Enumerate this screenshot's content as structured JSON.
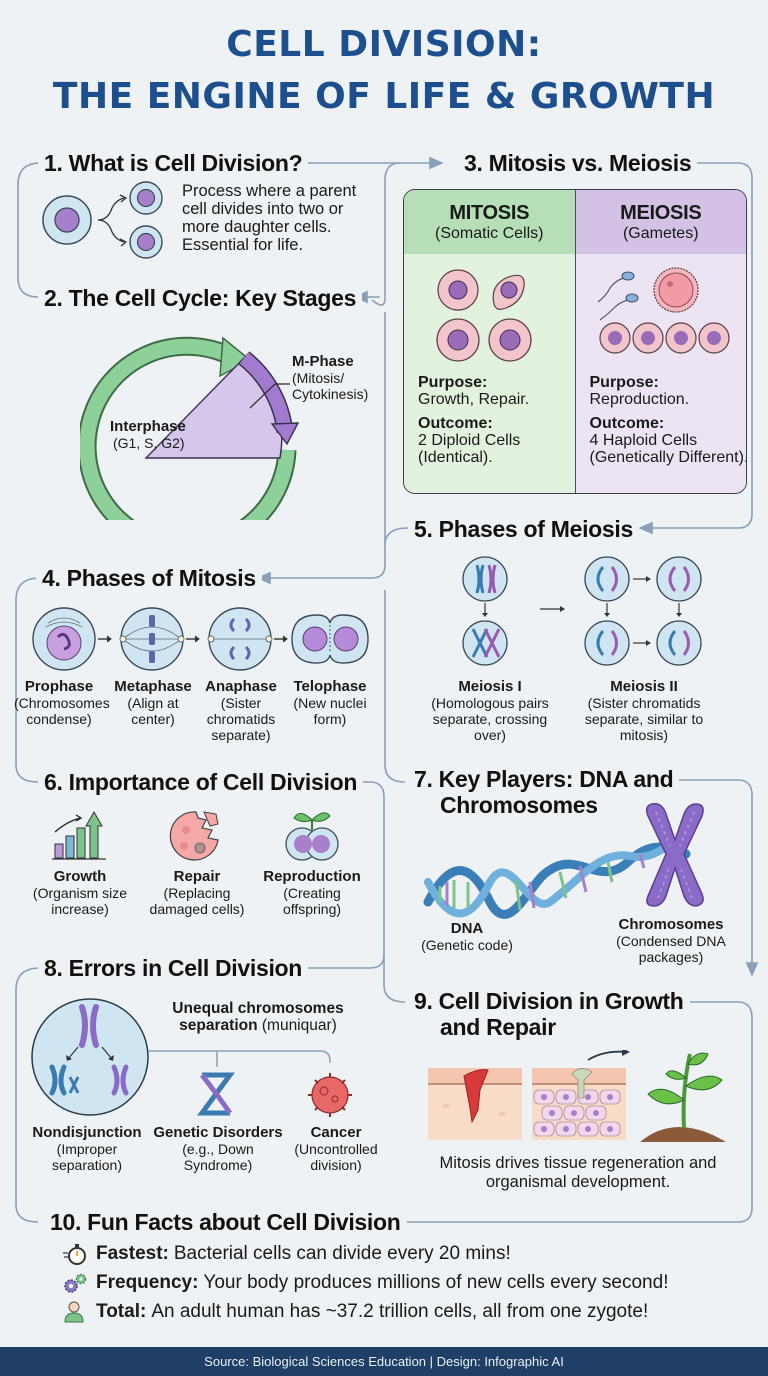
{
  "header": {
    "title_line1": "CELL DIVISION:",
    "title_line2": "THE ENGINE OF LIFE & GROWTH"
  },
  "colors": {
    "title_blue": "#1d4f8f",
    "mitosis_green": "#b7dfb7",
    "meiosis_purple": "#d4c2e6",
    "cycle_green": "#7cc48a",
    "cycle_purple": "#9a79c9",
    "footer_navy": "#1f3f66",
    "connector": "#8aa0b8"
  },
  "sections": {
    "s1": {
      "title": "1. What is Cell Division?",
      "body_lines": [
        "Process where a parent",
        "cell divides into two or",
        "more daughter cells.",
        "Essential for life."
      ],
      "icon": "cell-splitting-icon"
    },
    "s2": {
      "title": "2. The Cell Cycle: Key Stages",
      "interphase_label": "Interphase",
      "interphase_sub": "(G1, S, G2)",
      "mphase_label": "M-Phase",
      "mphase_sub1": "(Mitosis/",
      "mphase_sub2": "Cytokinesis)"
    },
    "s3": {
      "title": "3. Mitosis vs. Meiosis",
      "mitosis": {
        "heading": "MITOSIS",
        "sub": "(Somatic Cells)",
        "purpose_label": "Purpose:",
        "purpose": "Growth, Repair.",
        "outcome_label": "Outcome:",
        "outcome_line1": "2 Diploid Cells",
        "outcome_line2": "(Identical)."
      },
      "meiosis": {
        "heading": "MEIOSIS",
        "sub": "(Gametes)",
        "purpose_label": "Purpose:",
        "purpose": "Reproduction.",
        "outcome_label": "Outcome:",
        "outcome_line1": "4 Haploid Cells",
        "outcome_line2": "(Genetically Different)."
      }
    },
    "s4": {
      "title": "4. Phases of Mitosis",
      "phases": [
        {
          "name": "Prophase",
          "desc1": "(Chromosomes",
          "desc2": "condense)",
          "desc3": ""
        },
        {
          "name": "Metaphase",
          "desc1": "(Align at",
          "desc2": "center)",
          "desc3": ""
        },
        {
          "name": "Anaphase",
          "desc1": "(Sister",
          "desc2": "chromatids",
          "desc3": "separate)"
        },
        {
          "name": "Telophase",
          "desc1": "(New nuclei",
          "desc2": "form)",
          "desc3": ""
        }
      ]
    },
    "s5": {
      "title": "5. Phases of Meiosis",
      "meiosis1": {
        "name": "Meiosis I",
        "desc1": "(Homologous pairs",
        "desc2": "separate, crossing",
        "desc3": "over)"
      },
      "meiosis2": {
        "name": "Meiosis II",
        "desc1": "(Sister chromatids",
        "desc2": "separate, similar to",
        "desc3": "mitosis)"
      }
    },
    "s6": {
      "title": "6. Importance of Cell Division",
      "items": [
        {
          "name": "Growth",
          "desc1": "(Organism size",
          "desc2": "increase)",
          "icon": "bar-chart-growth-icon"
        },
        {
          "name": "Repair",
          "desc1": "(Replacing",
          "desc2": "damaged cells)",
          "icon": "damaged-cell-icon"
        },
        {
          "name": "Reproduction",
          "desc1": "(Creating",
          "desc2": "offspring)",
          "icon": "sprouting-cells-icon"
        }
      ]
    },
    "s7": {
      "title_line1": "7. Key Players: DNA and",
      "title_line2": "Chromosomes",
      "dna_label": "DNA",
      "dna_sub": "(Genetic code)",
      "chrom_label": "Chromosomes",
      "chrom_sub1": "(Condensed DNA",
      "chrom_sub2": "packages)"
    },
    "s8": {
      "title": "8. Errors in Cell Division",
      "caption_bold1": "Unequal chromosomes",
      "caption_bold2": "separation",
      "caption_rest": " (muniquar)",
      "items": [
        {
          "name": "Nondisjunction",
          "desc1": "(Improper",
          "desc2": "separation)"
        },
        {
          "name": "Genetic Disorders",
          "desc1": "(e.g., Down",
          "desc2": "Syndrome)"
        },
        {
          "name": "Cancer",
          "desc1": "(Uncontrolled",
          "desc2": "division)"
        }
      ]
    },
    "s9": {
      "title_line1": "9. Cell Division in Growth",
      "title_line2": "and Repair",
      "caption_line1": "Mitosis drives tissue regeneration and",
      "caption_line2": "organismal development."
    },
    "s10": {
      "title": "10. Fun Facts about Cell Division",
      "facts": [
        {
          "label": "Fastest:",
          "text": "Bacterial cells can divide every 20 mins!",
          "icon": "stopwatch-icon"
        },
        {
          "label": "Frequency:",
          "text": "Your body produces millions of new cells every second!",
          "icon": "gears-icon"
        },
        {
          "label": "Total:",
          "text": "An adult human has ~37.2 trillion cells, all from one zygote!",
          "icon": "person-icon"
        }
      ]
    }
  },
  "footer": {
    "text": "Source: Biological Sciences Education | Design: Infographic AI"
  }
}
